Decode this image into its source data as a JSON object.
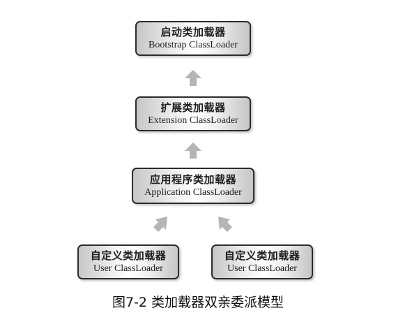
{
  "nodes": {
    "bootstrap": {
      "zh": "启动类加载器",
      "en": "Bootstrap ClassLoader"
    },
    "extension": {
      "zh": "扩展类加载器",
      "en": "Extension ClassLoader"
    },
    "application": {
      "zh": "应用程序类加载器",
      "en": "Application ClassLoader"
    },
    "user1": {
      "zh": "自定义类加载器",
      "en": "User ClassLoader"
    },
    "user2": {
      "zh": "自定义类加载器",
      "en": "User ClassLoader"
    }
  },
  "caption": "图7-2 类加载器双亲委派模型",
  "colors": {
    "arrow": "#b5b5b5",
    "border": "#2b2b2b"
  },
  "edges": [
    {
      "from": "extension",
      "to": "bootstrap"
    },
    {
      "from": "application",
      "to": "extension"
    },
    {
      "from": "user1",
      "to": "application"
    },
    {
      "from": "user2",
      "to": "application"
    }
  ]
}
